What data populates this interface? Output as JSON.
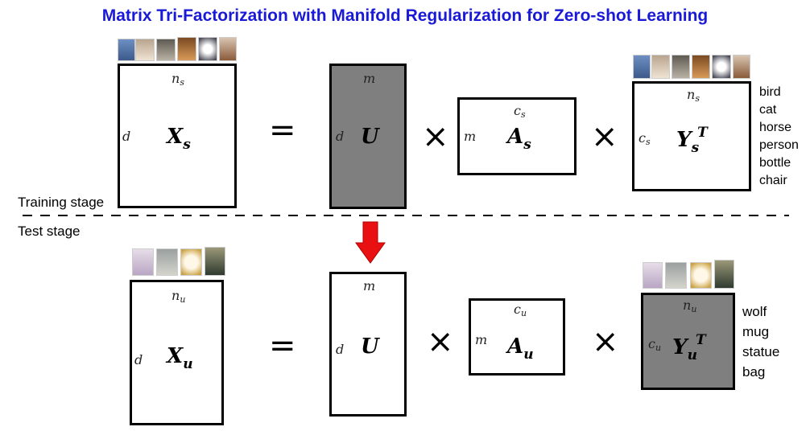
{
  "title": "Matrix Tri-Factorization with Manifold Regularization for Zero-shot Learning",
  "stages": {
    "training": "Training stage",
    "test": "Test stage"
  },
  "operators": {
    "equals": "=",
    "times": "×"
  },
  "training": {
    "xs": {
      "name": "X",
      "sub": "s",
      "row_label": "d",
      "col_label_main": "n",
      "col_label_sub": "s"
    },
    "u": {
      "name": "U",
      "row_label": "d",
      "col_label": "m"
    },
    "as": {
      "name": "A",
      "sub": "s",
      "row_label": "m",
      "col_label_main": "c",
      "col_label_sub": "s"
    },
    "ys": {
      "name": "Y",
      "sub": "s",
      "sup": "T",
      "row_label_main": "c",
      "row_label_sub": "s",
      "col_label_main": "n",
      "col_label_sub": "s"
    },
    "classes": [
      "bird",
      "cat",
      "horse",
      "person",
      "bottle",
      "chair"
    ]
  },
  "test": {
    "xu": {
      "name": "X",
      "sub": "u",
      "row_label": "d",
      "col_label_main": "n",
      "col_label_sub": "u"
    },
    "u": {
      "name": "U",
      "row_label": "d",
      "col_label": "m"
    },
    "au": {
      "name": "A",
      "sub": "u",
      "row_label": "m",
      "col_label_main": "c",
      "col_label_sub": "u"
    },
    "yu": {
      "name": "Y",
      "sub": "u",
      "sup": "T",
      "row_label_main": "c",
      "row_label_sub": "u",
      "col_label_main": "n",
      "col_label_sub": "u"
    },
    "classes": [
      "wolf",
      "mug",
      "statue",
      "bag"
    ]
  },
  "colors": {
    "title": "#1a1ad6",
    "gray_matrix": "#7f7f7f",
    "arrow": "#e81010"
  }
}
